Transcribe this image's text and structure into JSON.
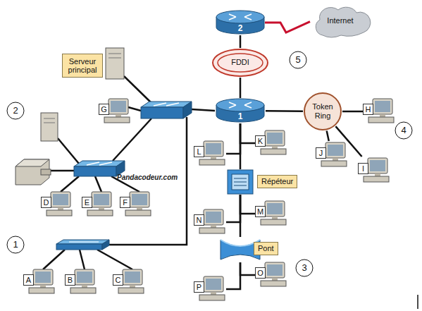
{
  "diagram": {
    "nodes": [
      {
        "text": [
          "2"
        ]
      },
      {
        "text": [
          "Internet"
        ]
      },
      {
        "text": [
          "FDDI"
        ]
      },
      {
        "text": [
          "Serveur principal"
        ]
      },
      {
        "text": [
          "G"
        ]
      },
      {
        "text": [
          "1"
        ]
      },
      {
        "text": [
          "Token Ring"
        ]
      },
      {
        "text": [
          "H"
        ]
      },
      {
        "text": [
          "K"
        ]
      },
      {
        "text": [
          "L"
        ]
      },
      {
        "text": [
          "J"
        ]
      },
      {
        "text": [
          "I"
        ]
      },
      {
        "text": [
          "Répéteur"
        ]
      },
      {
        "text": [
          "D"
        ]
      },
      {
        "text": [
          "E"
        ]
      },
      {
        "text": [
          "F"
        ]
      },
      {
        "text": [
          "M"
        ]
      },
      {
        "text": [
          "N"
        ]
      },
      {
        "text": [
          "Pont"
        ]
      },
      {
        "text": [
          "O"
        ]
      },
      {
        "text": [
          "A"
        ]
      },
      {
        "text": [
          "B"
        ]
      },
      {
        "text": [
          "C"
        ]
      },
      {
        "text": [
          "P"
        ]
      }
    ],
    "edges": [
      {
        "from": 0,
        "to": 1,
        "arrow": "none"
      },
      {
        "from": 0,
        "to": 2,
        "arrow": "none"
      },
      {
        "from": 2,
        "to": 5,
        "arrow": "none"
      },
      {
        "from": 5,
        "to": 6,
        "arrow": "none"
      },
      {
        "from": 6,
        "to": 7,
        "arrow": "none"
      },
      {
        "from": 6,
        "to": 10,
        "arrow": "none"
      },
      {
        "from": 6,
        "to": 11,
        "arrow": "none"
      },
      {
        "from": 5,
        "to": 9,
        "arrow": "none"
      },
      {
        "from": 5,
        "to": 8,
        "arrow": "none"
      },
      {
        "from": 5,
        "to": 12,
        "arrow": "none"
      },
      {
        "from": 12,
        "to": 17,
        "arrow": "none"
      },
      {
        "from": 12,
        "to": 16,
        "arrow": "none"
      },
      {
        "from": 12,
        "to": 18,
        "arrow": "none"
      },
      {
        "from": 18,
        "to": 23,
        "arrow": "none"
      },
      {
        "from": 18,
        "to": 19,
        "arrow": "none"
      }
    ],
    "labels": [
      "5",
      "2",
      "Pandacodeur.com",
      "4",
      "1",
      "3"
    ]
  }
}
